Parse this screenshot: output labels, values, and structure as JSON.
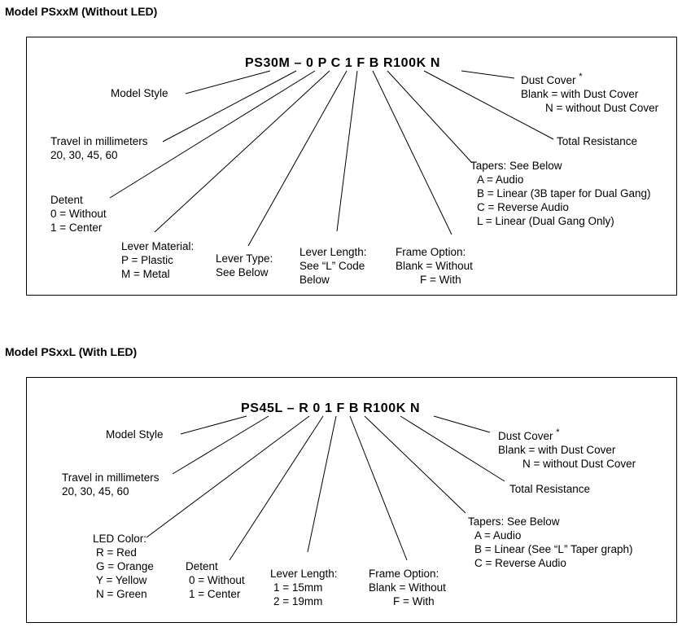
{
  "section1": {
    "heading": "Model PSxxM (Without LED)",
    "code": "PS30M – 0 P C 1 F B R100K N",
    "model_style": "Model Style",
    "travel": {
      "title": "Travel in millimeters",
      "values": "20, 30, 45, 60"
    },
    "detent": {
      "title": "Detent",
      "l1": "0 = Without",
      "l2": "1 = Center"
    },
    "lever_material": {
      "title": "Lever Material:",
      "l1": "P = Plastic",
      "l2": "M = Metal"
    },
    "lever_type": {
      "title": "Lever Type:",
      "l1": "See Below"
    },
    "lever_length": {
      "title": "Lever Length:",
      "l1": "See “L” Code",
      "l2": "Below"
    },
    "frame_option": {
      "title": "Frame Option:",
      "l1": "Blank = Without",
      "l2": "F = With"
    },
    "tapers": {
      "title": "Tapers: See Below",
      "l1": "A = Audio",
      "l2": "B = Linear (3B taper for Dual Gang)",
      "l3": "C = Reverse Audio",
      "l4": "L = Linear (Dual Gang Only)"
    },
    "total_resistance": "Total Resistance",
    "dust_cover": {
      "title": "Dust Cover",
      "star": "*",
      "l1": "Blank = with Dust Cover",
      "l2": "N = without Dust Cover"
    }
  },
  "section2": {
    "heading": "Model PSxxL (With LED)",
    "code": "PS45L – R 0 1 F B R100K N",
    "model_style": "Model Style",
    "travel": {
      "title": "Travel in millimeters",
      "values": "20, 30, 45, 60"
    },
    "led_color": {
      "title": "LED Color:",
      "l1": "R = Red",
      "l2": "G = Orange",
      "l3": "Y = Yellow",
      "l4": "N = Green"
    },
    "detent": {
      "title": "Detent",
      "l1": "0 = Without",
      "l2": "1 = Center"
    },
    "lever_length": {
      "title": "Lever Length:",
      "l1": "1 = 15mm",
      "l2": "2 = 19mm"
    },
    "frame_option": {
      "title": "Frame Option:",
      "l1": "Blank = Without",
      "l2": "F = With"
    },
    "tapers": {
      "title": "Tapers: See Below",
      "l1": "A = Audio",
      "l2": "B = Linear (See “L” Taper graph)",
      "l3": "C = Reverse Audio"
    },
    "total_resistance": "Total Resistance",
    "dust_cover": {
      "title": "Dust Cover",
      "star": "*",
      "l1": "Blank = with Dust Cover",
      "l2": "N = without Dust Cover"
    }
  }
}
